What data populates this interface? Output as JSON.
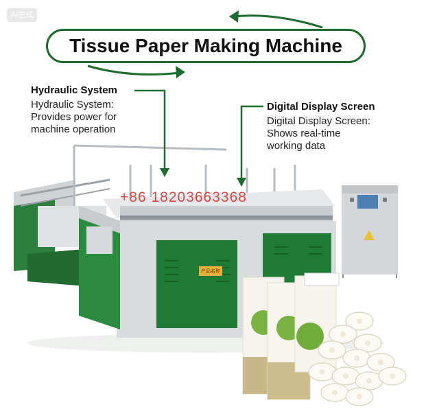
{
  "watermark": {
    "text": "AI生成"
  },
  "title": "Tissue Paper Making Machine",
  "callouts": {
    "hydraulic": {
      "heading": "Hydraulic System",
      "lines": [
        "Hydraulic System:",
        "Provides power for",
        "machine operation"
      ]
    },
    "display": {
      "heading": "Digital Display Screen",
      "lines": [
        "Digital Display Screen:",
        "Shows real-time",
        "working data"
      ]
    }
  },
  "overlay_phone": "+86 18203663368",
  "machine_plate": "产品名称",
  "colors": {
    "accent_green": "#1d6b2f",
    "machine_green": "#1f7a36",
    "machine_frame": "#d9dcdf",
    "watermark_red": "#d62828"
  }
}
